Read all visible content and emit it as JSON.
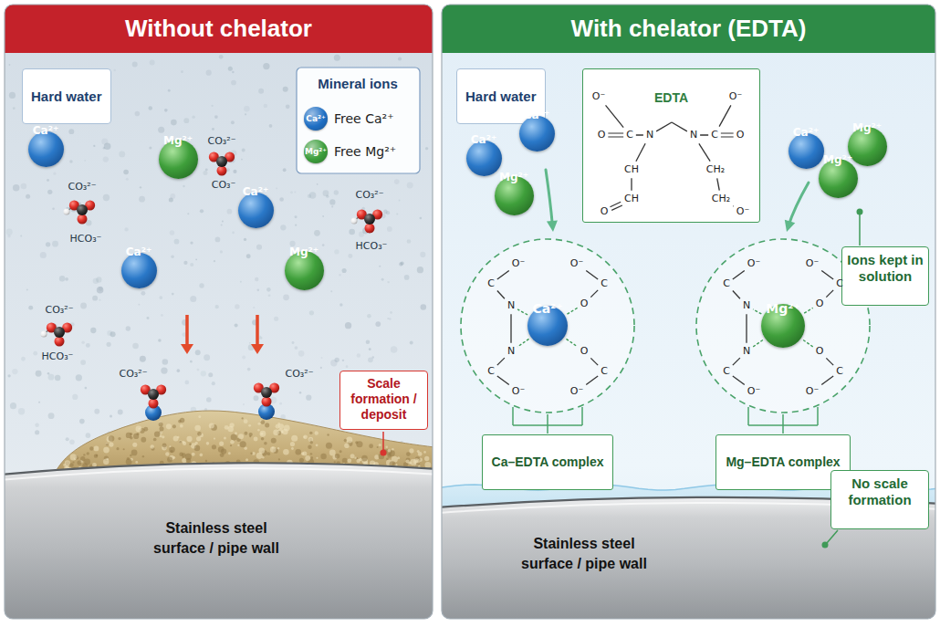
{
  "diagram": {
    "nodes": [
      {
        "text": [
          "Without chelator"
        ]
      },
      {
        "text": [
          "Hard water"
        ],
        "in": 0
      },
      {
        "text": [
          "Ca²⁺"
        ],
        "in": 0
      },
      {
        "text": [
          "Mg²⁺"
        ],
        "in": 0
      },
      {
        "text": [
          "Ca²⁺"
        ],
        "in": 0
      },
      {
        "text": [
          "Ca²⁺"
        ],
        "in": 0
      },
      {
        "text": [
          "Mg²⁺"
        ],
        "in": 0
      },
      {
        "text": [
          "Scale formation / deposit"
        ],
        "in": 0
      },
      {
        "text": [
          "Stainless steel surface / pipe wall"
        ],
        "in": 0
      },
      {
        "text": [
          "With chelator (EDTA)"
        ]
      },
      {
        "text": [
          "Hard water"
        ],
        "in": 9
      },
      {
        "text": [
          "Ca²⁺"
        ],
        "in": 9
      },
      {
        "text": [
          "Ca²⁺"
        ],
        "in": 9
      },
      {
        "text": [
          "Mg²⁺"
        ],
        "in": 9
      },
      {
        "text": [
          "EDTA"
        ],
        "in": 9
      },
      {
        "text": [
          "Ca²⁺"
        ],
        "in": 9
      },
      {
        "text": [
          "Mg²⁺"
        ],
        "in": 9
      },
      {
        "text": [
          "Mg²⁺"
        ],
        "in": 9
      },
      {
        "text": [
          "Ca²⁺"
        ],
        "in": 9
      },
      {
        "text": [
          "Mg²⁺"
        ],
        "in": 9
      },
      {
        "text": [
          "Ions kept in solution"
        ],
        "in": 9
      },
      {
        "text": [
          "Ca–EDTA complex"
        ],
        "in": 9
      },
      {
        "text": [
          "Mg–EDTA complex"
        ],
        "in": 9
      },
      {
        "text": [
          "No scale formation"
        ],
        "in": 9
      },
      {
        "text": [
          "Stainless steel surface / pipe wall"
        ],
        "in": 9
      }
    ],
    "labels": [
      "Mineral ions",
      "Ca²⁺",
      "Mg²⁺",
      "CO₃²⁻",
      "CO₃⁻",
      "CO₃²⁻",
      "HCO₃⁻",
      "CO₃²⁻",
      "HCO₃⁻",
      "CO₃²⁻",
      "HCO₃⁻",
      "CO₃²⁻",
      "CO₃²⁻",
      "O⁻",
      "O",
      "C",
      "N",
      "N",
      "C",
      "O",
      "O⁻",
      "CH",
      "CH",
      "O",
      "CH₂",
      "CH₂",
      "O⁻",
      "O⁻",
      "C",
      "N",
      "N",
      "C",
      "O⁻",
      "O⁻",
      "C",
      "O",
      "O",
      "C",
      "O⁻",
      "O⁻",
      "C",
      "N",
      "N",
      "C",
      "O⁻",
      "O⁻",
      "C",
      "O",
      "O",
      "C",
      "O⁻"
    ],
    "legend": [
      {
        "text": "Free Ca²⁺",
        "color": "#1f6fc4"
      },
      {
        "text": "Free Mg²⁺",
        "color": "#3c9e3c"
      }
    ]
  }
}
